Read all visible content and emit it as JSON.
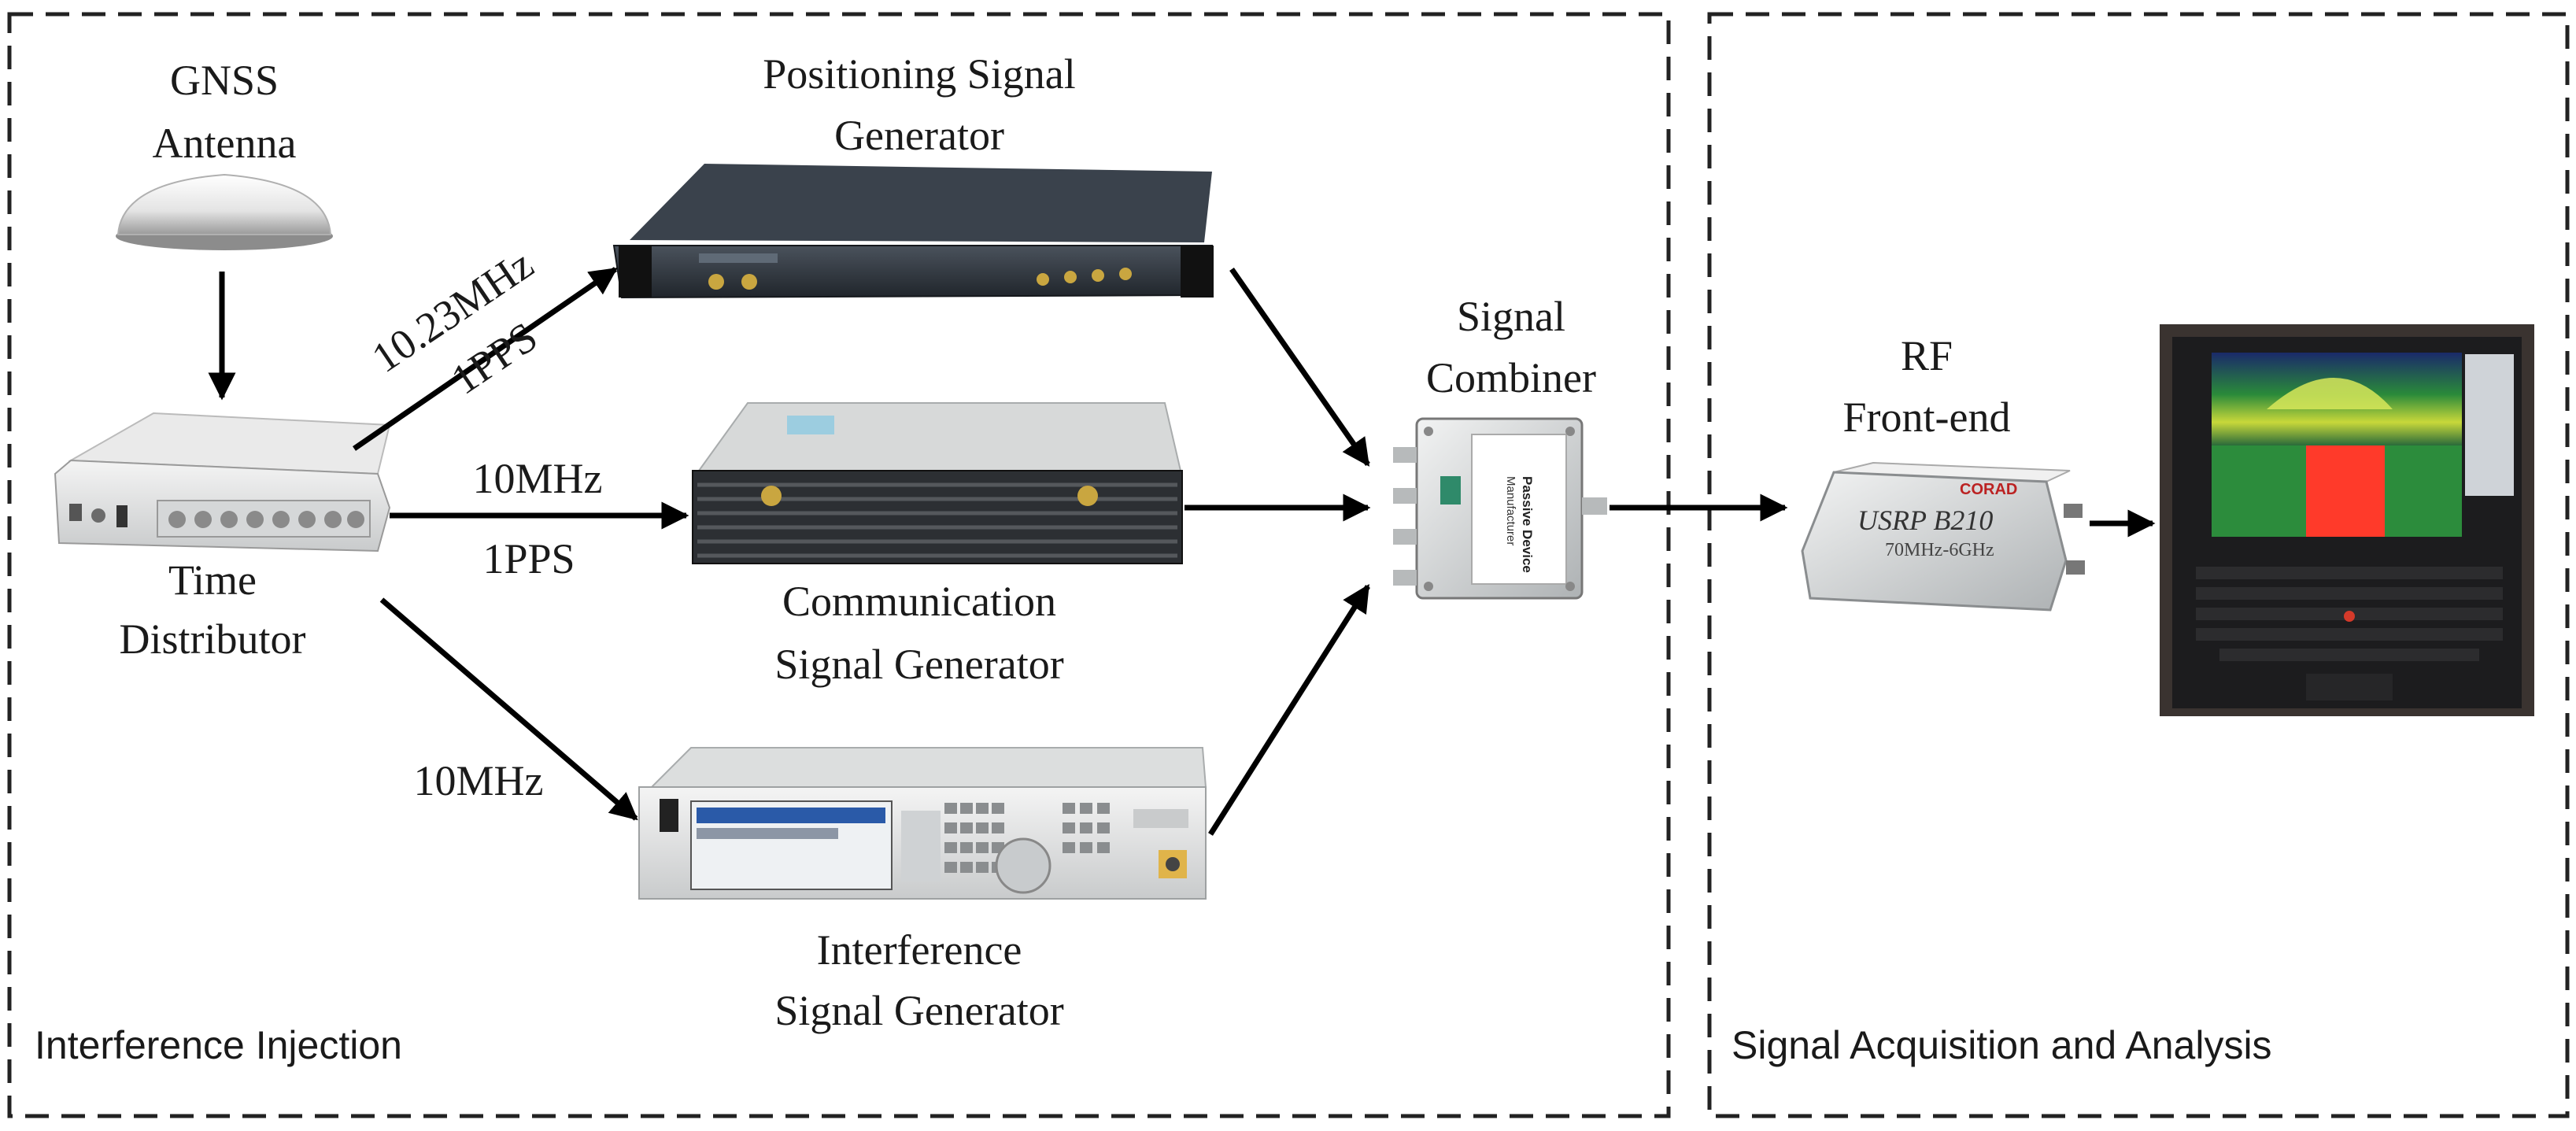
{
  "sections": {
    "left_title": "Interference Injection",
    "right_title": "Signal Acquisition and Analysis"
  },
  "labels": {
    "gnss_line1": "GNSS",
    "gnss_line2": "Antenna",
    "time_line1": "Time",
    "time_line2": "Distributor",
    "pos_line1": "Positioning Signal",
    "pos_line2": "Generator",
    "comm_line1": "Communication",
    "comm_line2": "Signal Generator",
    "intf_line1": "Interference",
    "intf_line2": "Signal Generator",
    "comb_line1": "Signal",
    "comb_line2": "Combiner",
    "rf_line1": "RF",
    "rf_line2": "Front-end"
  },
  "edge_labels": {
    "pos_freq": "10.23MHz",
    "pos_pps": "1PPS",
    "comm_freq": "10MHz",
    "comm_pps": "1PPS",
    "intf_freq": "10MHz"
  },
  "device_text": {
    "usrp_model": "USRP  B210",
    "usrp_range": "70MHz-6GHz",
    "usrp_brand": "CORAD",
    "combiner_line1": "Passive Device",
    "combiner_line2": "Manufacturer"
  },
  "colors": {
    "frame": "#222222",
    "arrow": "#000000",
    "rack_dark": "#2a3038",
    "device_light": "#e6e8e8",
    "laptop": "#1c1c1e",
    "spectrum_hot": "#ff3a2a",
    "spectrum_green": "#2c8c3c"
  }
}
